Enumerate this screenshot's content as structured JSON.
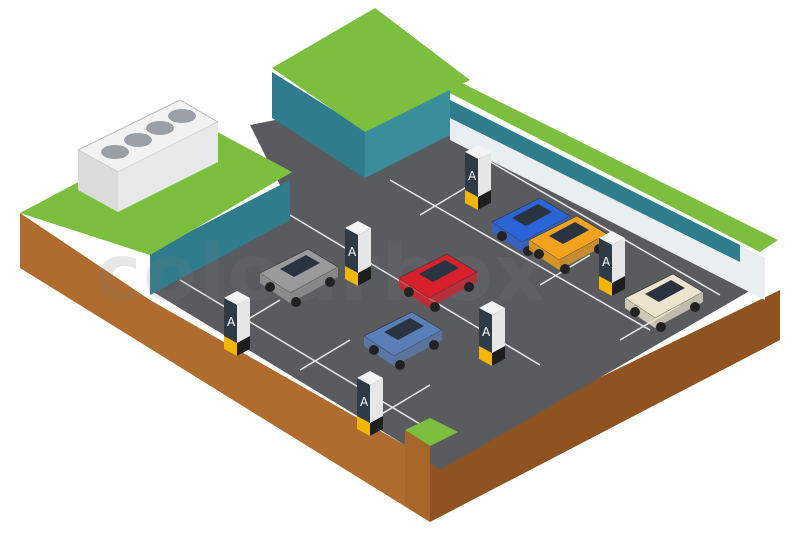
{
  "scene": {
    "title": "Isometric underground parking garage",
    "pillar_letter": "A",
    "watermark": "colourbox",
    "pillars": [
      {
        "id": "p1",
        "label": "A"
      },
      {
        "id": "p2",
        "label": "A"
      },
      {
        "id": "p3",
        "label": "A"
      },
      {
        "id": "p4",
        "label": "A"
      },
      {
        "id": "p5",
        "label": "A"
      },
      {
        "id": "p6",
        "label": "A"
      }
    ],
    "cars": [
      {
        "id": "car-gray",
        "color": "#9a9a9a"
      },
      {
        "id": "car-red",
        "color": "#d8202c"
      },
      {
        "id": "car-blue",
        "color": "#2b64d6"
      },
      {
        "id": "car-orange",
        "color": "#f2a21c"
      },
      {
        "id": "car-beige",
        "color": "#ece4cc"
      },
      {
        "id": "car-steel-blue",
        "color": "#5a7fb8"
      }
    ]
  },
  "colors": {
    "grass": "#7cbf3f",
    "soil": "#a8662b",
    "soil_dark": "#8a5020",
    "asphalt": "#5a5b5e",
    "wall_teal": "#2f7d8c",
    "wall_light": "#e9eef0"
  }
}
